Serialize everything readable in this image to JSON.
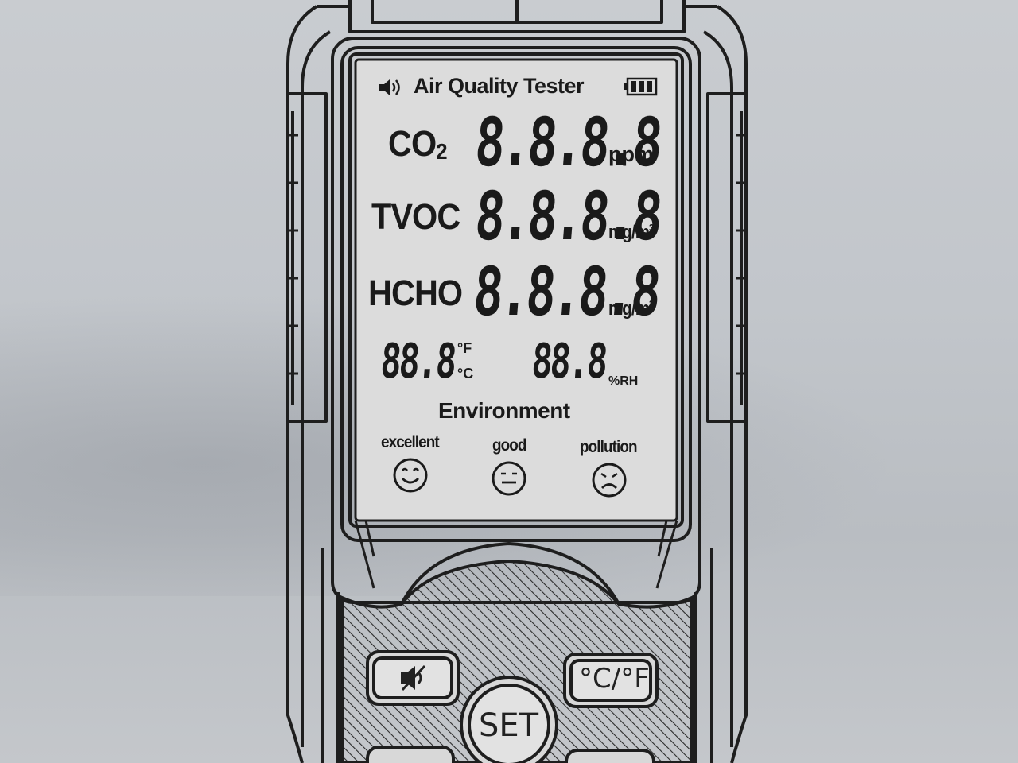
{
  "lcd": {
    "title": "Air Quality Tester",
    "icons": [
      "speaker-icon",
      "battery-icon"
    ],
    "co2": {
      "label": "CO",
      "sub": "2",
      "digits": "8.8.8.8",
      "unit": "ppm"
    },
    "tvoc": {
      "label": "TVOC",
      "digits": "8.8.8.8",
      "unit": "mg/m",
      "unit_sup": "3"
    },
    "hcho": {
      "label": "HCHO",
      "digits": "8.8.8.8",
      "unit": "mg/m",
      "unit_sup": "3"
    },
    "temperature": {
      "digits": "88.8",
      "unit_f": "°F",
      "unit_c": "°C"
    },
    "humidity": {
      "digits": "88.8",
      "unit": "%RH"
    },
    "environment_label": "Environment",
    "status": [
      {
        "label": "excellent",
        "icon": "smile-face-icon"
      },
      {
        "label": "good",
        "icon": "neutral-face-icon"
      },
      {
        "label": "pollution",
        "icon": "sad-face-icon"
      }
    ]
  },
  "keypad": {
    "mute_icon": "speaker-mute-icon",
    "unit_button": "°C/°F",
    "set_button": "SET"
  },
  "colors": {
    "background": "#c4c7cb",
    "line": "#1e1e1e",
    "lcd_bg": "#dcdcdc"
  }
}
